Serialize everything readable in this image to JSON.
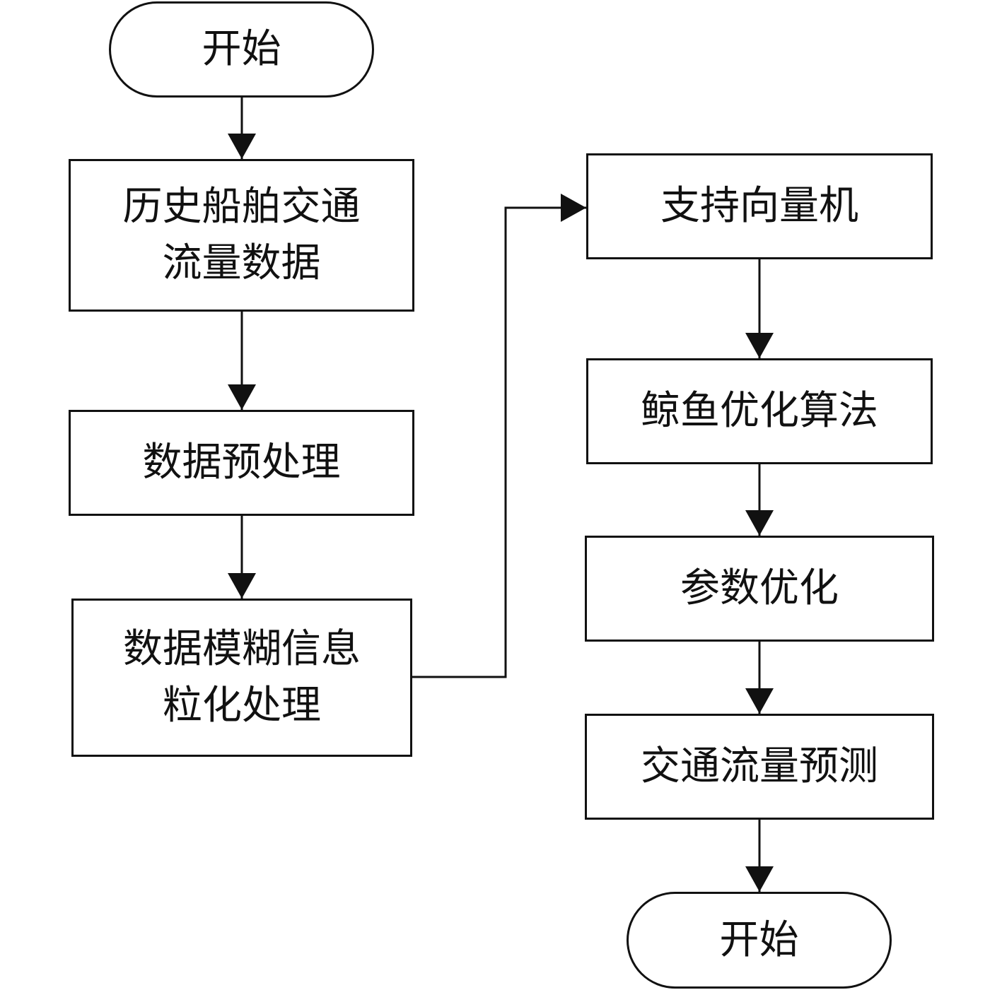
{
  "flowchart": {
    "nodes": [
      {
        "id": "start",
        "shape": "terminal",
        "lines": [
          "开始"
        ]
      },
      {
        "id": "history",
        "shape": "process",
        "lines": [
          "历史船舶交通",
          "流量数据"
        ]
      },
      {
        "id": "preproc",
        "shape": "process",
        "lines": [
          "数据预处理"
        ]
      },
      {
        "id": "fuzzy",
        "shape": "process",
        "lines": [
          "数据模糊信息",
          "粒化处理"
        ]
      },
      {
        "id": "svm",
        "shape": "process",
        "lines": [
          "支持向量机"
        ]
      },
      {
        "id": "woa",
        "shape": "process",
        "lines": [
          "鲸鱼优化算法"
        ]
      },
      {
        "id": "param",
        "shape": "process",
        "lines": [
          "参数优化"
        ]
      },
      {
        "id": "predict",
        "shape": "process",
        "lines": [
          "交通流量预测"
        ]
      },
      {
        "id": "end",
        "shape": "terminal",
        "lines": [
          "开始"
        ]
      }
    ],
    "edges": [
      {
        "from": "start",
        "to": "history"
      },
      {
        "from": "history",
        "to": "preproc"
      },
      {
        "from": "preproc",
        "to": "fuzzy"
      },
      {
        "from": "fuzzy",
        "to": "svm"
      },
      {
        "from": "svm",
        "to": "woa"
      },
      {
        "from": "woa",
        "to": "param"
      },
      {
        "from": "param",
        "to": "predict"
      },
      {
        "from": "predict",
        "to": "end"
      }
    ]
  }
}
